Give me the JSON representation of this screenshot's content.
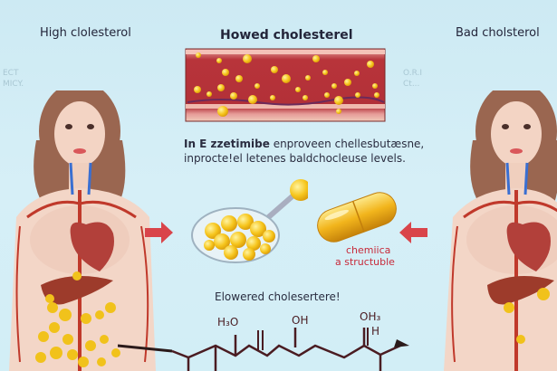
{
  "labels": {
    "left_title": "High clolesterol",
    "center_title": "Howed cholesterel",
    "right_title": "Bad cholsterol",
    "faded_left": [
      "ECT",
      "MICY."
    ],
    "faded_right": [
      "O.R.I",
      "Ct..."
    ],
    "description_line1_bold": "In E zzetimibe",
    "description_line1_rest": " enproveen chellesbutæsne,",
    "description_line2": "inproctе!el letenes baldchocleuse levels.",
    "chem_line1": "chemiica",
    "chem_line2": "a structuble",
    "lowered_label": "Elowered cholesertere!"
  },
  "formula": {
    "labels": [
      "H₃O",
      "OH",
      "OH₃",
      "H"
    ]
  },
  "colors": {
    "background": "#d2eef6",
    "arrow_red": "#d9444a",
    "chem_text": "#c72a3a",
    "cholesterol_yellow": "#f1c21b",
    "skin": "#f2d6c8",
    "artery": "#c0392b",
    "vein": "#3a6fd1",
    "bond": "#4a1c22"
  },
  "icons": [
    "woman-left-figure",
    "woman-right-figure",
    "artery-cross-section",
    "petri-dish",
    "capsule",
    "arrow-right",
    "arrow-left",
    "molecular-formula"
  ]
}
